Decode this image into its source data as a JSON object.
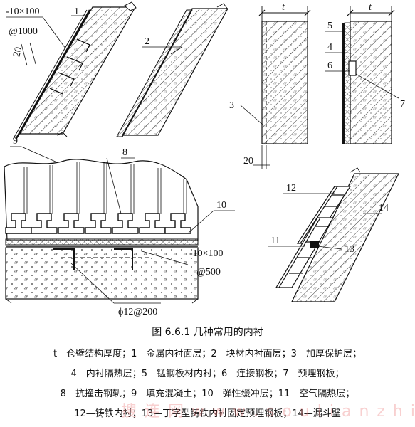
{
  "labels": {
    "l1": "1",
    "l2": "2",
    "l3": "3",
    "l4": "4",
    "l5": "5",
    "l6": "6",
    "l7": "7",
    "l8": "8",
    "l9": "9",
    "l10": "10",
    "l11": "11",
    "l12": "12",
    "l13": "13",
    "l14": "14",
    "plate_a": "-10×100",
    "spacing_a": "@1000",
    "dim_20_a": "20",
    "t_a": "t",
    "t_b": "t",
    "dim_20_b": "20",
    "plate_b": "-10×100",
    "spacing_b": "@500",
    "rebar": "ϕ12@200"
  },
  "caption": {
    "title": "图 6.6.1   几种常用的内衬",
    "line1": "t—仓壁结构厚度；1—金属内衬面层；2—块材内衬面层；3—加厚保护层；",
    "line2": "4—内衬隔热层；5—锰钢板材内衬；6—连接钢板；7—预埋钢板；",
    "line3": "8—抗撞击钢轨；9—填充混凝土；10—弹性缓冲层；11—空气隔热层；",
    "line4": "12—铸铁内衬；13—丁字型铸铁内衬固定预埋钢板；14—漏斗壁"
  },
  "watermark": "搜 连 网   w w w . s o u l i a n z h i . c n"
}
